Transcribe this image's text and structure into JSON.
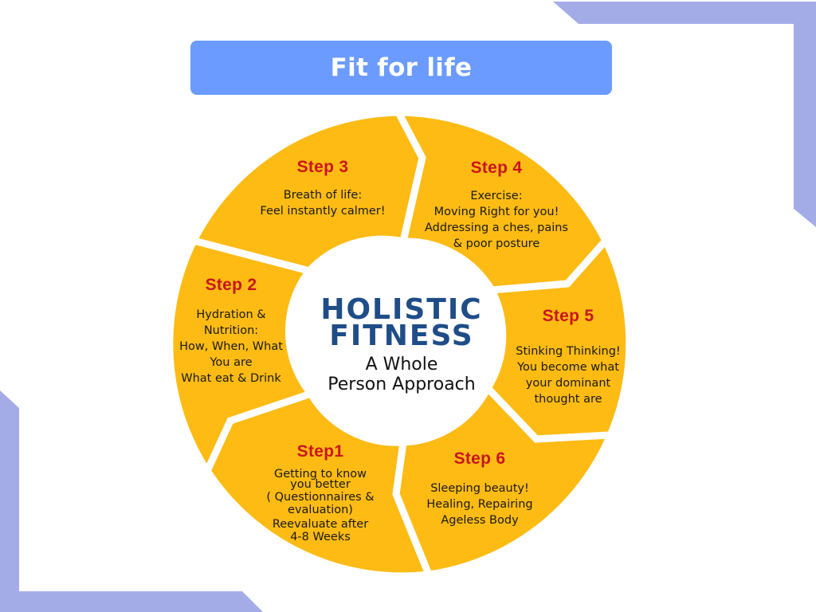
{
  "title": "Fit for life",
  "center": {
    "heading_line1": "HOLISTIC",
    "heading_line2": "FITNESS",
    "sub_line1": "A Whole",
    "sub_line2": "Person Approach"
  },
  "steps": [
    {
      "id": "step1",
      "title": "Step1",
      "lines": [
        "Getting to know",
        "you better",
        "( Questionnaires &",
        "evaluation)",
        "Reevaluate after",
        "4-8 Weeks"
      ]
    },
    {
      "id": "step2",
      "title": "Step 2",
      "lines": [
        "Hydration &",
        "Nutrition:",
        "How, When, What",
        "You are",
        "What eat & Drink"
      ]
    },
    {
      "id": "step3",
      "title": "Step 3",
      "lines": [
        "Breath of life:",
        "Feel instantly calmer!"
      ]
    },
    {
      "id": "step4",
      "title": "Step 4",
      "lines": [
        "Exercise:",
        "Moving Right for you!",
        "Addressing a ches, pains",
        "& poor posture"
      ]
    },
    {
      "id": "step5",
      "title": "Step 5",
      "lines": [
        "Stinking Thinking!",
        "You become what",
        "your dominant",
        "thought are"
      ]
    },
    {
      "id": "step6",
      "title": "Step 6",
      "lines": [
        "Sleeping beauty!",
        "Healing, Repairing",
        "Ageless Body"
      ]
    }
  ],
  "colors": {
    "title_bar": "#6b9bff",
    "segment_fill": "#fdbb14",
    "step_title": "#c8161e",
    "center_heading": "#1e4d87",
    "frame": "#a4ace8"
  }
}
